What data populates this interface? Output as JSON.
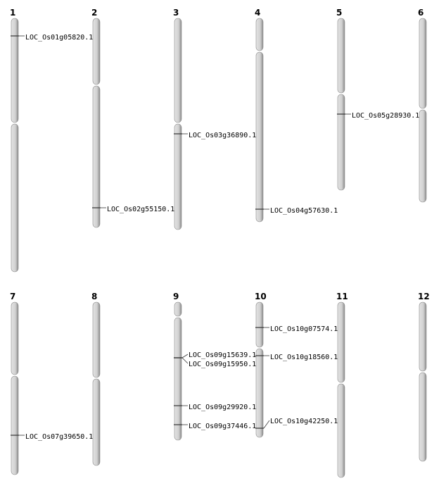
{
  "chromosomes": [
    {
      "name": "1",
      "genes": [
        "LOC_Os01g05820.1"
      ]
    },
    {
      "name": "2",
      "genes": [
        "LOC_Os02g55150.1"
      ]
    },
    {
      "name": "3",
      "genes": [
        "LOC_Os03g36890.1"
      ]
    },
    {
      "name": "4",
      "genes": [
        "LOC_Os04g57630.1"
      ]
    },
    {
      "name": "5",
      "genes": [
        "LOC_Os05g28930.1"
      ]
    },
    {
      "name": "6",
      "genes": []
    },
    {
      "name": "7",
      "genes": [
        "LOC_Os07g39650.1"
      ]
    },
    {
      "name": "8",
      "genes": []
    },
    {
      "name": "9",
      "genes": [
        "LOC_Os09g15639.1",
        "LOC_Os09g15950.1",
        "LOC_Os09g29920.1",
        "LOC_Os09g37446.1"
      ]
    },
    {
      "name": "10",
      "genes": [
        "LOC_Os10g07574.1",
        "LOC_Os10g18560.1",
        "LOC_Os10g42250.1"
      ]
    },
    {
      "name": "11",
      "genes": []
    },
    {
      "name": "12",
      "genes": []
    }
  ],
  "colors": {
    "chromosome_fill": "#d4d4d4",
    "chromosome_edge": "#8a8a8a",
    "marker": "#333333"
  }
}
